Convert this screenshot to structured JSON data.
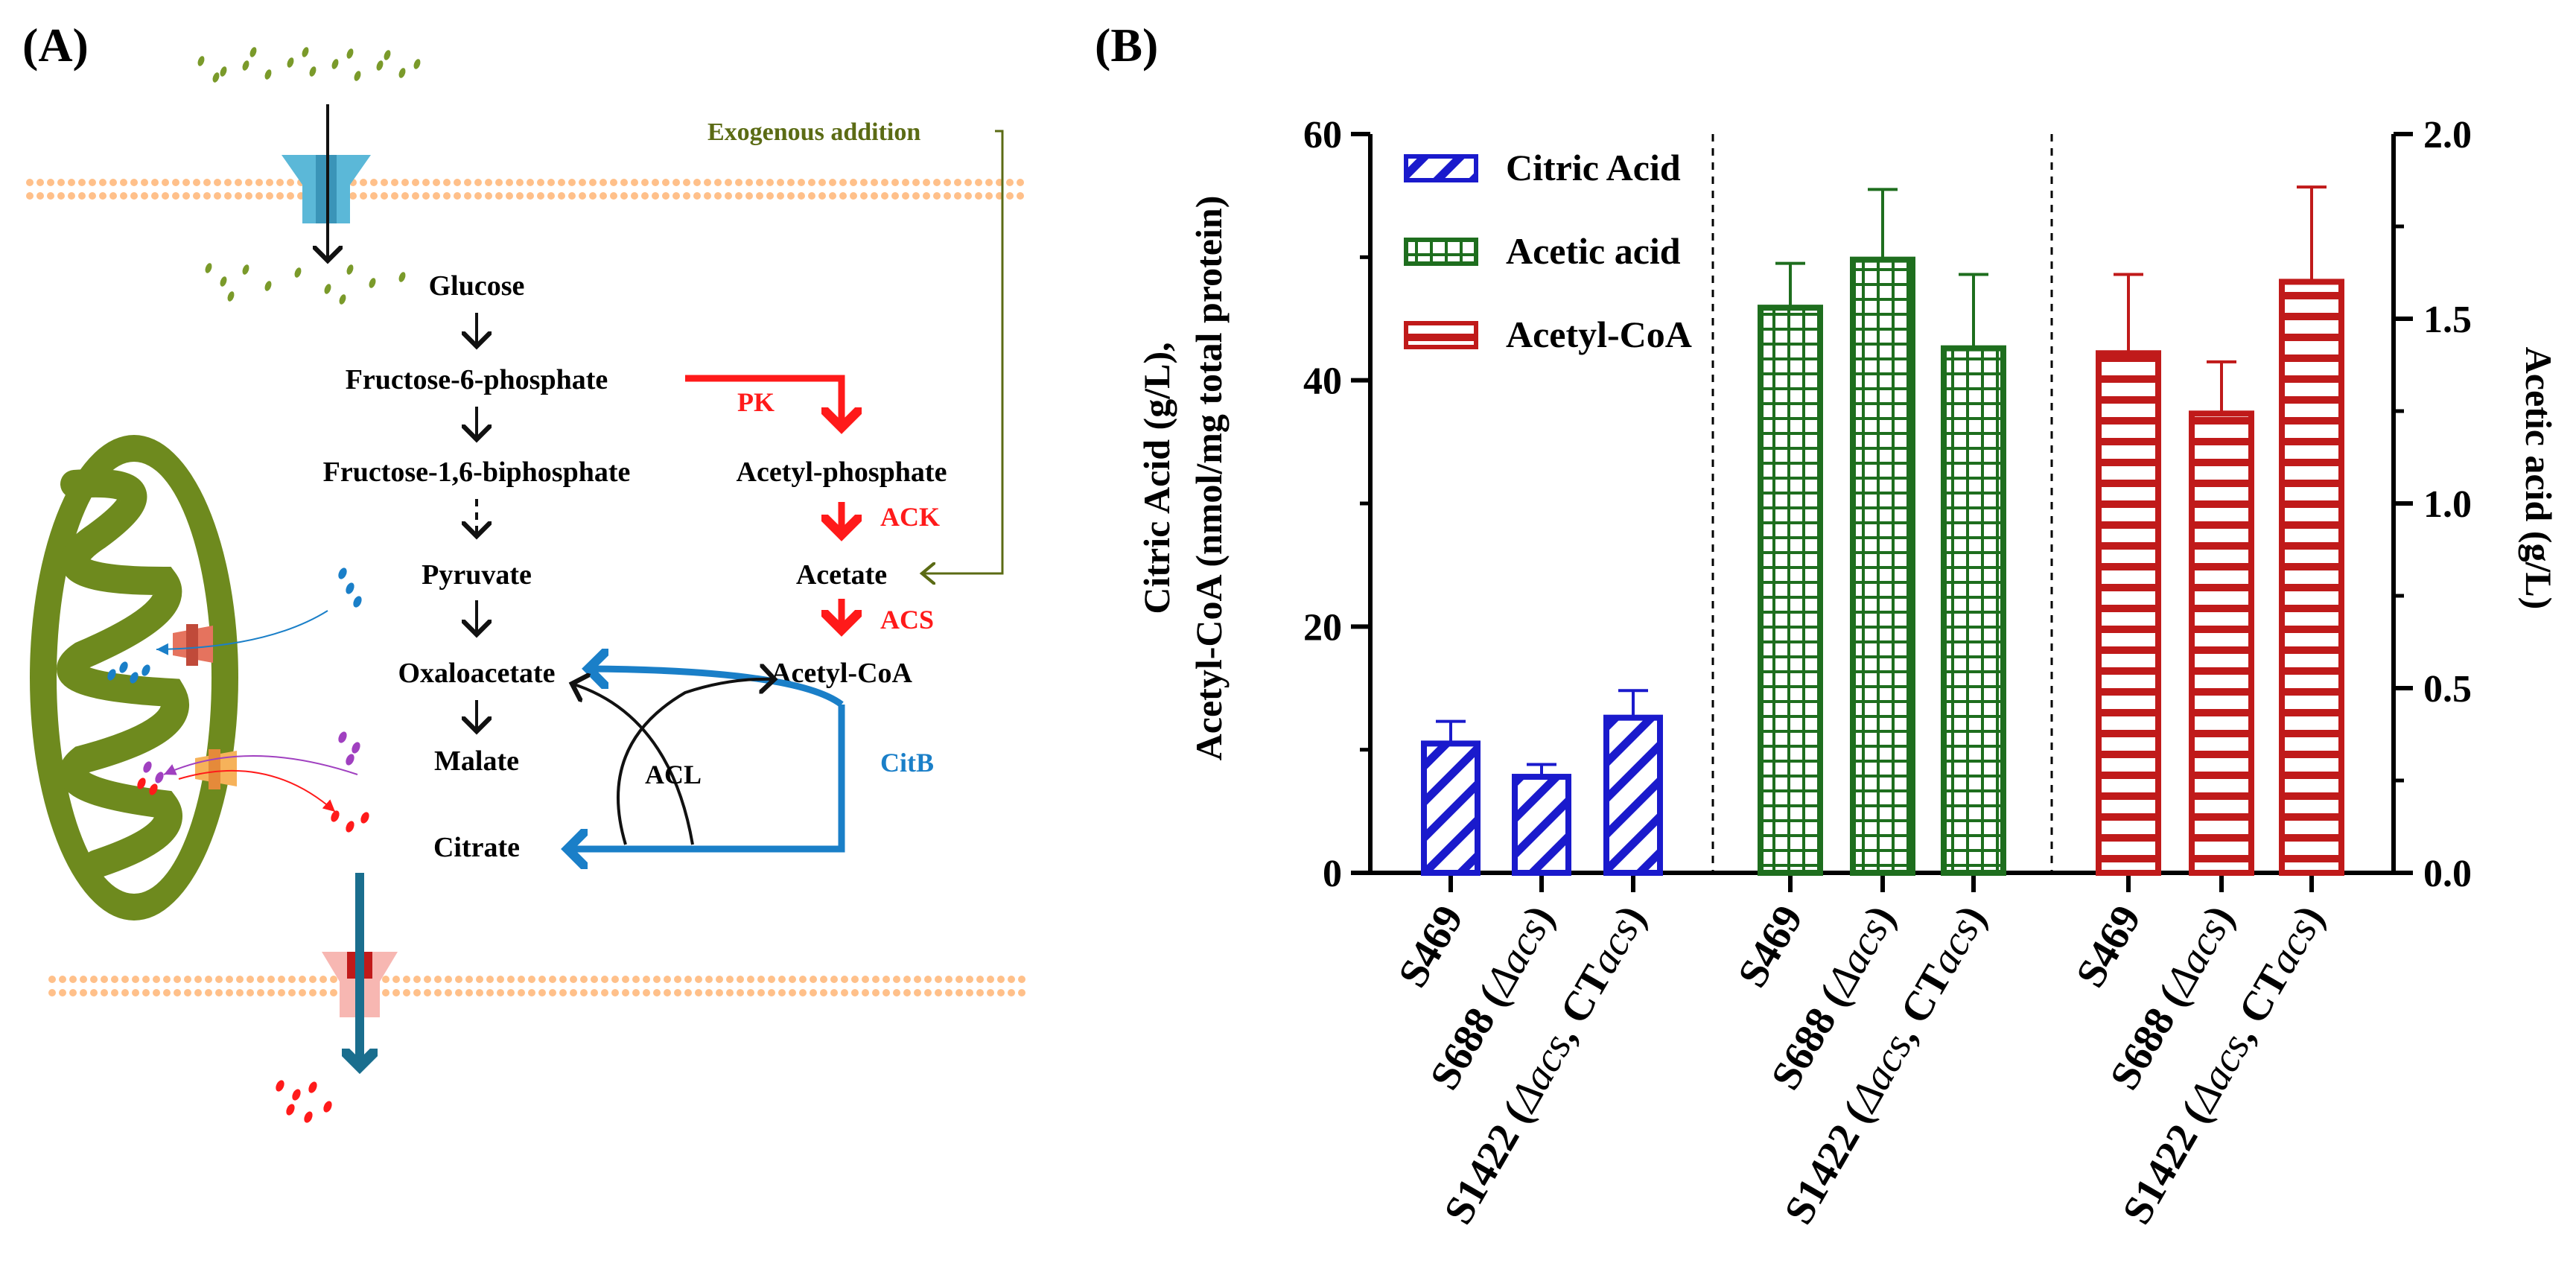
{
  "panel_a": {
    "label": "(A)",
    "exogenous": "Exogenous addition",
    "left_chain": [
      "Glucose",
      "Fructose-6-phosphate",
      "Fructose-1,6-biphosphate",
      "Pyruvate",
      "Oxaloacetate",
      "Malate",
      "Citrate"
    ],
    "right_chain": [
      "Acetyl-phosphate",
      "Acetate",
      "Acetyl-CoA"
    ],
    "enzymes": {
      "pk": "PK",
      "ack": "ACK",
      "acs": "ACS",
      "acl": "ACL",
      "citb": "CitB"
    },
    "colors": {
      "red": "#ff1a1a",
      "blue": "#1a7fc8",
      "olive": "#5b6b14",
      "mito": "#6e8a1e",
      "membrane": "#ffc08a",
      "teal_arrow": "#1a6e8e"
    }
  },
  "panel_b": {
    "label": "(B)",
    "colors": {
      "citric": "#1a1acc",
      "acetic": "#1e6e1e",
      "acetylcoa": "#c01a1a"
    }
  },
  "chart_data": {
    "type": "bar",
    "groups": [
      "Citric Acid",
      "Acetic acid",
      "Acetyl-CoA"
    ],
    "categories": [
      "S469",
      "S688 (Δacs)",
      "S1422 (Δacs, CTacs)"
    ],
    "category_labels": [
      {
        "pre": "S469",
        "it": "",
        "mid": "",
        "it2": "",
        "post": ""
      },
      {
        "pre": "S688 (",
        "it": "Δacs",
        "mid": ")",
        "it2": "",
        "post": ""
      },
      {
        "pre": "S1422 (",
        "it": "Δacs",
        "mid": ", CT",
        "it2": "acs",
        "post": ")"
      }
    ],
    "series": [
      {
        "name": "Citric Acid",
        "axis": "left",
        "values": [
          10.5,
          7.8,
          12.6
        ],
        "errors": [
          1.8,
          1.0,
          2.2
        ]
      },
      {
        "name": "Acetic acid",
        "axis": "right",
        "values": [
          1.53,
          1.66,
          1.42
        ],
        "errors": [
          0.12,
          0.19,
          0.2
        ]
      },
      {
        "name": "Acetyl-CoA",
        "axis": "left",
        "values": [
          42.2,
          37.3,
          48.0
        ],
        "errors": [
          6.4,
          4.2,
          7.7
        ]
      }
    ],
    "ylabel_left": [
      "Citric Acid (g/L),",
      "Acetyl-CoA (nmol/mg total protein)"
    ],
    "ylabel_right": "Acetic acid (g/L)",
    "ylim_left": [
      0,
      60
    ],
    "yticks_left": [
      "0",
      "20",
      "40",
      "60"
    ],
    "ylim_right": [
      0,
      2.0
    ],
    "yticks_right": [
      "0.0",
      "0.5",
      "1.0",
      "1.5",
      "2.0"
    ],
    "legend": [
      "Citric Acid",
      "Acetic acid",
      "Acetyl-CoA"
    ],
    "legend_position": "top-left",
    "grid": false
  }
}
